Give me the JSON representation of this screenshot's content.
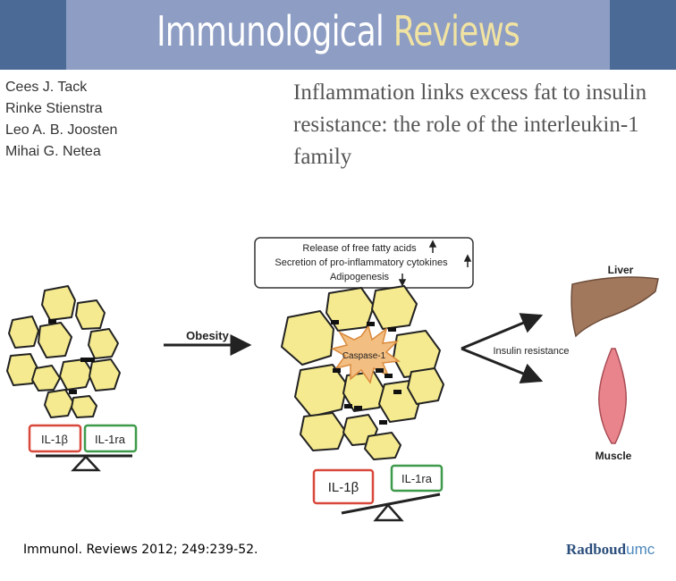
{
  "journal": {
    "word1": "Immunological",
    "word2": "Reviews"
  },
  "authors": [
    "Cees J. Tack",
    "Rinke Stienstra",
    "Leo A. B. Joosten",
    "Mihai G. Netea"
  ],
  "title": "Inflammation links excess fat to insulin resistance: the role of the interleukin-1 family",
  "figure": {
    "effects": [
      "Release of free fatty acids",
      "Secretion of pro-inflammatory cytokines",
      "Adipogenesis"
    ],
    "obesity_label": "Obesity",
    "caspase_label": "Caspase-1",
    "insulin_label": "Insulin resistance",
    "liver_label": "Liver",
    "muscle_label": "Muscle",
    "il1b_label": "IL-1β",
    "il1ra_label": "IL-1ra"
  },
  "citation": "Immunol. Reviews 2012; 249:239-52.",
  "logo": {
    "part1": "Radboud",
    "part2": "umc"
  },
  "colors": {
    "banner": "#8d9dc3",
    "banner_squares": "#4b6a95",
    "reviews_word": "#f1e3a2",
    "cells": "#f5ea8f",
    "caspase": "#f3be82",
    "liver": "#a2785d",
    "muscle": "#e9848c",
    "il1b_box": "#d8483b",
    "il1ra_box": "#3e9a4b"
  }
}
